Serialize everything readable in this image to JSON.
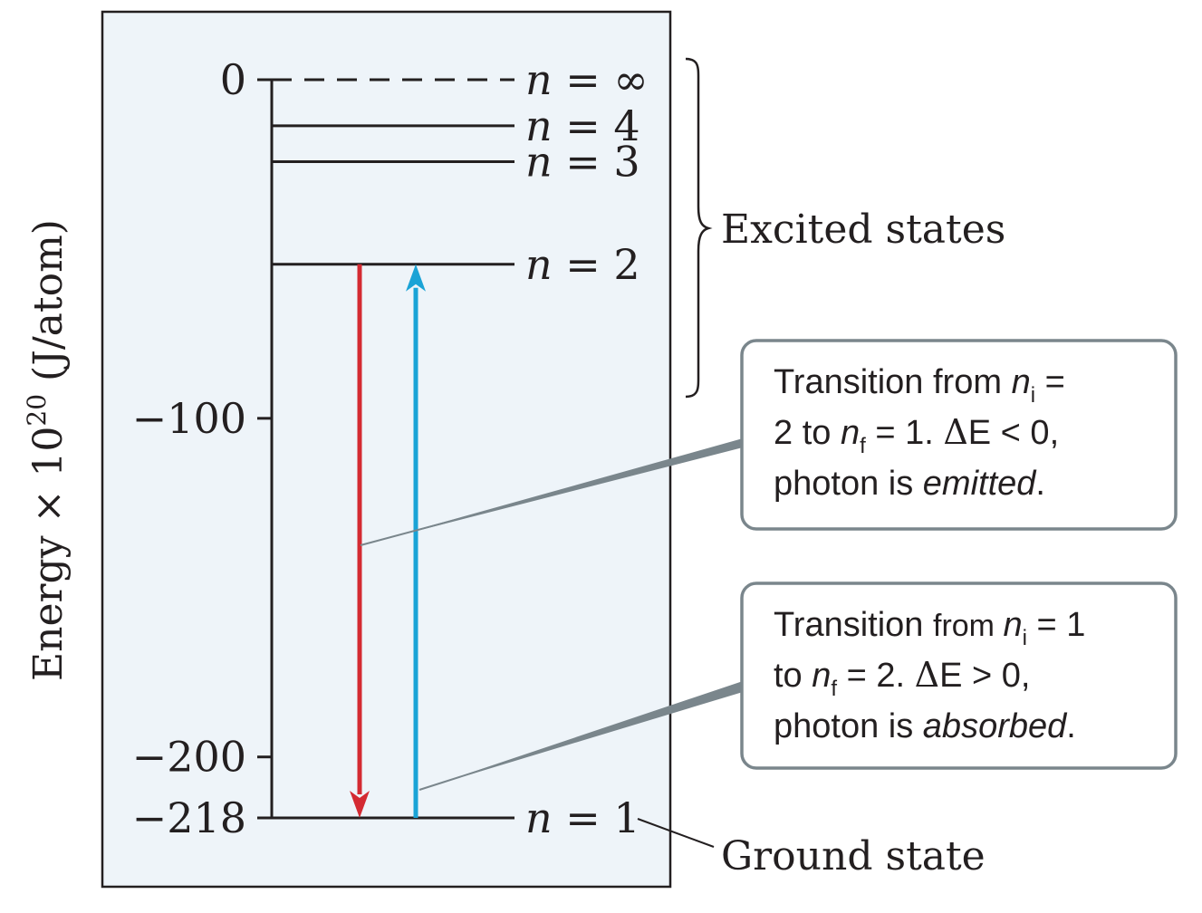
{
  "axis": {
    "label_prefix": "Energy × 10",
    "label_exponent": "20",
    "label_suffix": " (J/atom)",
    "ticks": [
      {
        "value": 0,
        "label": "0"
      },
      {
        "value": -100,
        "label": "−100"
      },
      {
        "value": -200,
        "label": "−200"
      },
      {
        "value": -218,
        "label": "−218"
      }
    ]
  },
  "levels": [
    {
      "n": "1",
      "energy": -218,
      "label_n": "n",
      "label_rest": " = 1",
      "style": "solid"
    },
    {
      "n": "2",
      "energy": -54.5,
      "label_n": "n",
      "label_rest": " = 2",
      "style": "solid"
    },
    {
      "n": "3",
      "energy": -24.2,
      "label_n": "n",
      "label_rest": " = 3",
      "style": "solid"
    },
    {
      "n": "4",
      "energy": -13.6,
      "label_n": "n",
      "label_rest": " = 4",
      "style": "solid"
    },
    {
      "n": "∞",
      "energy": 0,
      "label_n": "n",
      "label_rest": " = ∞",
      "style": "dashed"
    }
  ],
  "transitions": [
    {
      "name": "emission",
      "from": -54.5,
      "to": -218,
      "color": "#d42a32"
    },
    {
      "name": "absorption",
      "from": -218,
      "to": -54.5,
      "color": "#1aa3d6"
    }
  ],
  "labels": {
    "excited_states": "Excited states",
    "ground_state": "Ground state"
  },
  "callouts": {
    "emitted": {
      "line1_a": "Transition from ",
      "line1_n": "n",
      "line1_sub": "i",
      "line1_b": " =",
      "line2_a": "2 to ",
      "line2_n": "n",
      "line2_sub": "f",
      "line2_b": " = 1. ",
      "line2_delta": "Δ",
      "line2_c": "E < 0,",
      "line3_a": "photon is ",
      "line3_em": "emitted",
      "line3_b": "."
    },
    "absorbed": {
      "line1_a": "Transition ",
      "line1_from": "from ",
      "line1_n": "n",
      "line1_sub": "i",
      "line1_b": " = 1",
      "line2_a": "to ",
      "line2_n": "n",
      "line2_sub": "f",
      "line2_b": " = 2. ",
      "line2_delta": "Δ",
      "line2_c": "E > 0,",
      "line3_a": "photon is ",
      "line3_em": "absorbed",
      "line3_b": "."
    }
  },
  "colors": {
    "panel_bg": "#eef4f9",
    "callout_border": "#7a868c",
    "text": "#231f20"
  }
}
